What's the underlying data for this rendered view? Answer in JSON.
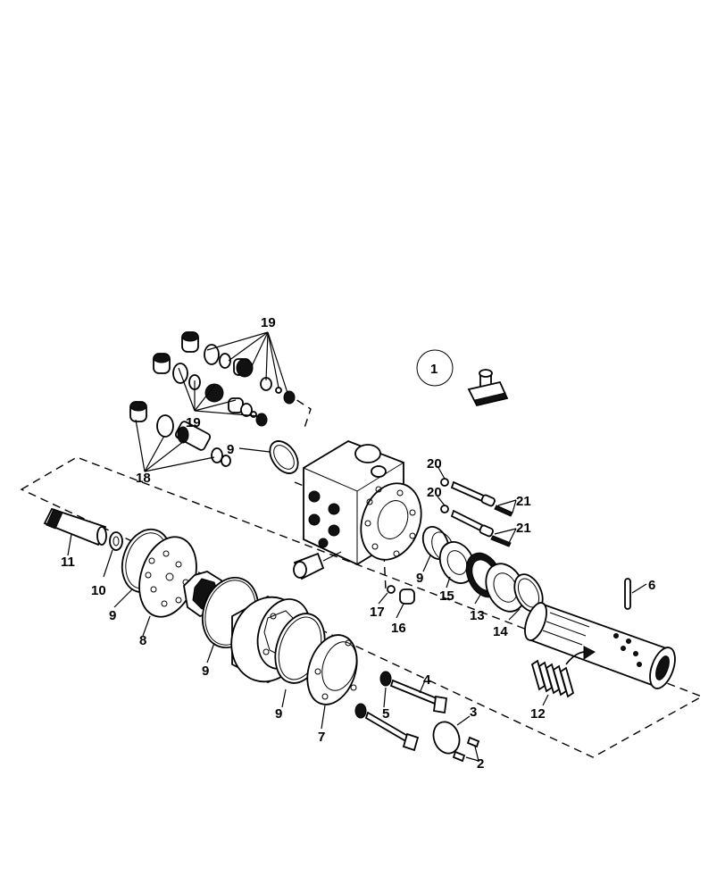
{
  "diagram": {
    "callouts": [
      "1",
      "2",
      "3",
      "4",
      "5",
      "6",
      "7",
      "8",
      "9",
      "10",
      "11",
      "12",
      "13",
      "14",
      "15",
      "16",
      "17",
      "18",
      "19",
      "20",
      "21"
    ],
    "icons": [
      "reference-circle-icon",
      "hand-tool-icon"
    ]
  }
}
